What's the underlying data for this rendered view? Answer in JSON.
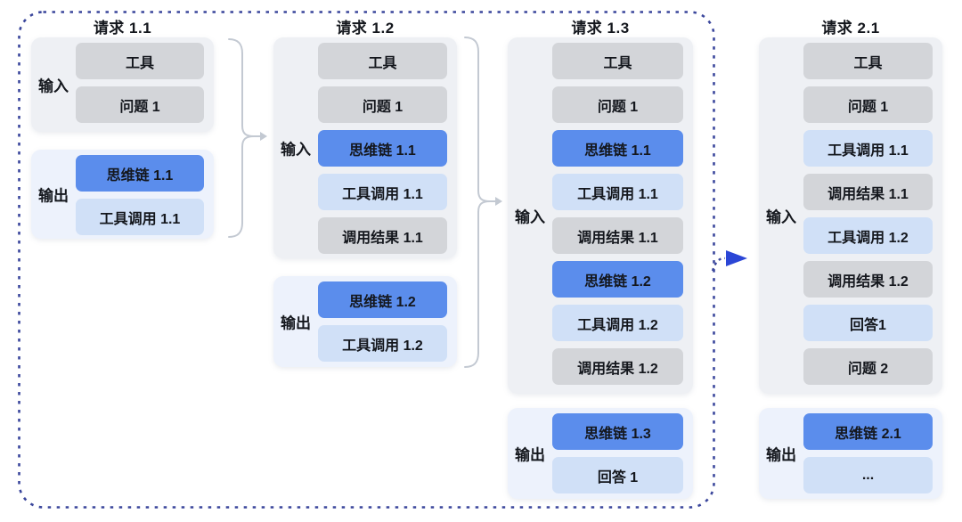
{
  "diagram": {
    "columns": [
      {
        "title": "请求 1.1",
        "input": {
          "label": "输入",
          "boxes": [
            {
              "text": "工具",
              "variant": "gray"
            },
            {
              "text": "问题 1",
              "variant": "gray"
            }
          ]
        },
        "output": {
          "label": "输出",
          "boxes": [
            {
              "text": "思维链 1.1",
              "variant": "blue"
            },
            {
              "text": "工具调用 1.1",
              "variant": "lightblue"
            }
          ]
        }
      },
      {
        "title": "请求 1.2",
        "input": {
          "label": "输入",
          "boxes": [
            {
              "text": "工具",
              "variant": "gray"
            },
            {
              "text": "问题 1",
              "variant": "gray"
            },
            {
              "text": "思维链 1.1",
              "variant": "blue"
            },
            {
              "text": "工具调用 1.1",
              "variant": "lightblue"
            },
            {
              "text": "调用结果 1.1",
              "variant": "gray"
            }
          ]
        },
        "output": {
          "label": "输出",
          "boxes": [
            {
              "text": "思维链 1.2",
              "variant": "blue"
            },
            {
              "text": "工具调用 1.2",
              "variant": "lightblue"
            }
          ]
        }
      },
      {
        "title": "请求 1.3",
        "input": {
          "label": "输入",
          "boxes": [
            {
              "text": "工具",
              "variant": "gray"
            },
            {
              "text": "问题 1",
              "variant": "gray"
            },
            {
              "text": "思维链 1.1",
              "variant": "blue"
            },
            {
              "text": "工具调用 1.1",
              "variant": "lightblue"
            },
            {
              "text": "调用结果 1.1",
              "variant": "gray"
            },
            {
              "text": "思维链 1.2",
              "variant": "blue"
            },
            {
              "text": "工具调用 1.2",
              "variant": "lightblue"
            },
            {
              "text": "调用结果 1.2",
              "variant": "gray"
            }
          ]
        },
        "output": {
          "label": "输出",
          "boxes": [
            {
              "text": "思维链 1.3",
              "variant": "blue"
            },
            {
              "text": "回答 1",
              "variant": "lightblue"
            }
          ]
        }
      },
      {
        "title": "请求 2.1",
        "input": {
          "label": "输入",
          "boxes": [
            {
              "text": "工具",
              "variant": "gray"
            },
            {
              "text": "问题 1",
              "variant": "gray"
            },
            {
              "text": "工具调用 1.1",
              "variant": "lightblue"
            },
            {
              "text": "调用结果 1.1",
              "variant": "gray"
            },
            {
              "text": "工具调用 1.2",
              "variant": "lightblue"
            },
            {
              "text": "调用结果 1.2",
              "variant": "gray"
            },
            {
              "text": "回答1",
              "variant": "lightblue"
            },
            {
              "text": "问题 2",
              "variant": "gray"
            }
          ]
        },
        "output": {
          "label": "输出",
          "boxes": [
            {
              "text": "思维链 2.1",
              "variant": "blue"
            },
            {
              "text": "...",
              "variant": "lightblue"
            }
          ]
        }
      }
    ],
    "colors": {
      "blue_box": "#5b8dec",
      "light_blue_box": "#d0e0f7",
      "gray_box": "#d3d5d9",
      "input_container": "#eef0f4",
      "output_container": "#edf2fc",
      "dashed_border": "#3b479c",
      "arrow_blue": "#2b46d6",
      "brace": "#c3c9d2",
      "text": "#14171d"
    }
  }
}
